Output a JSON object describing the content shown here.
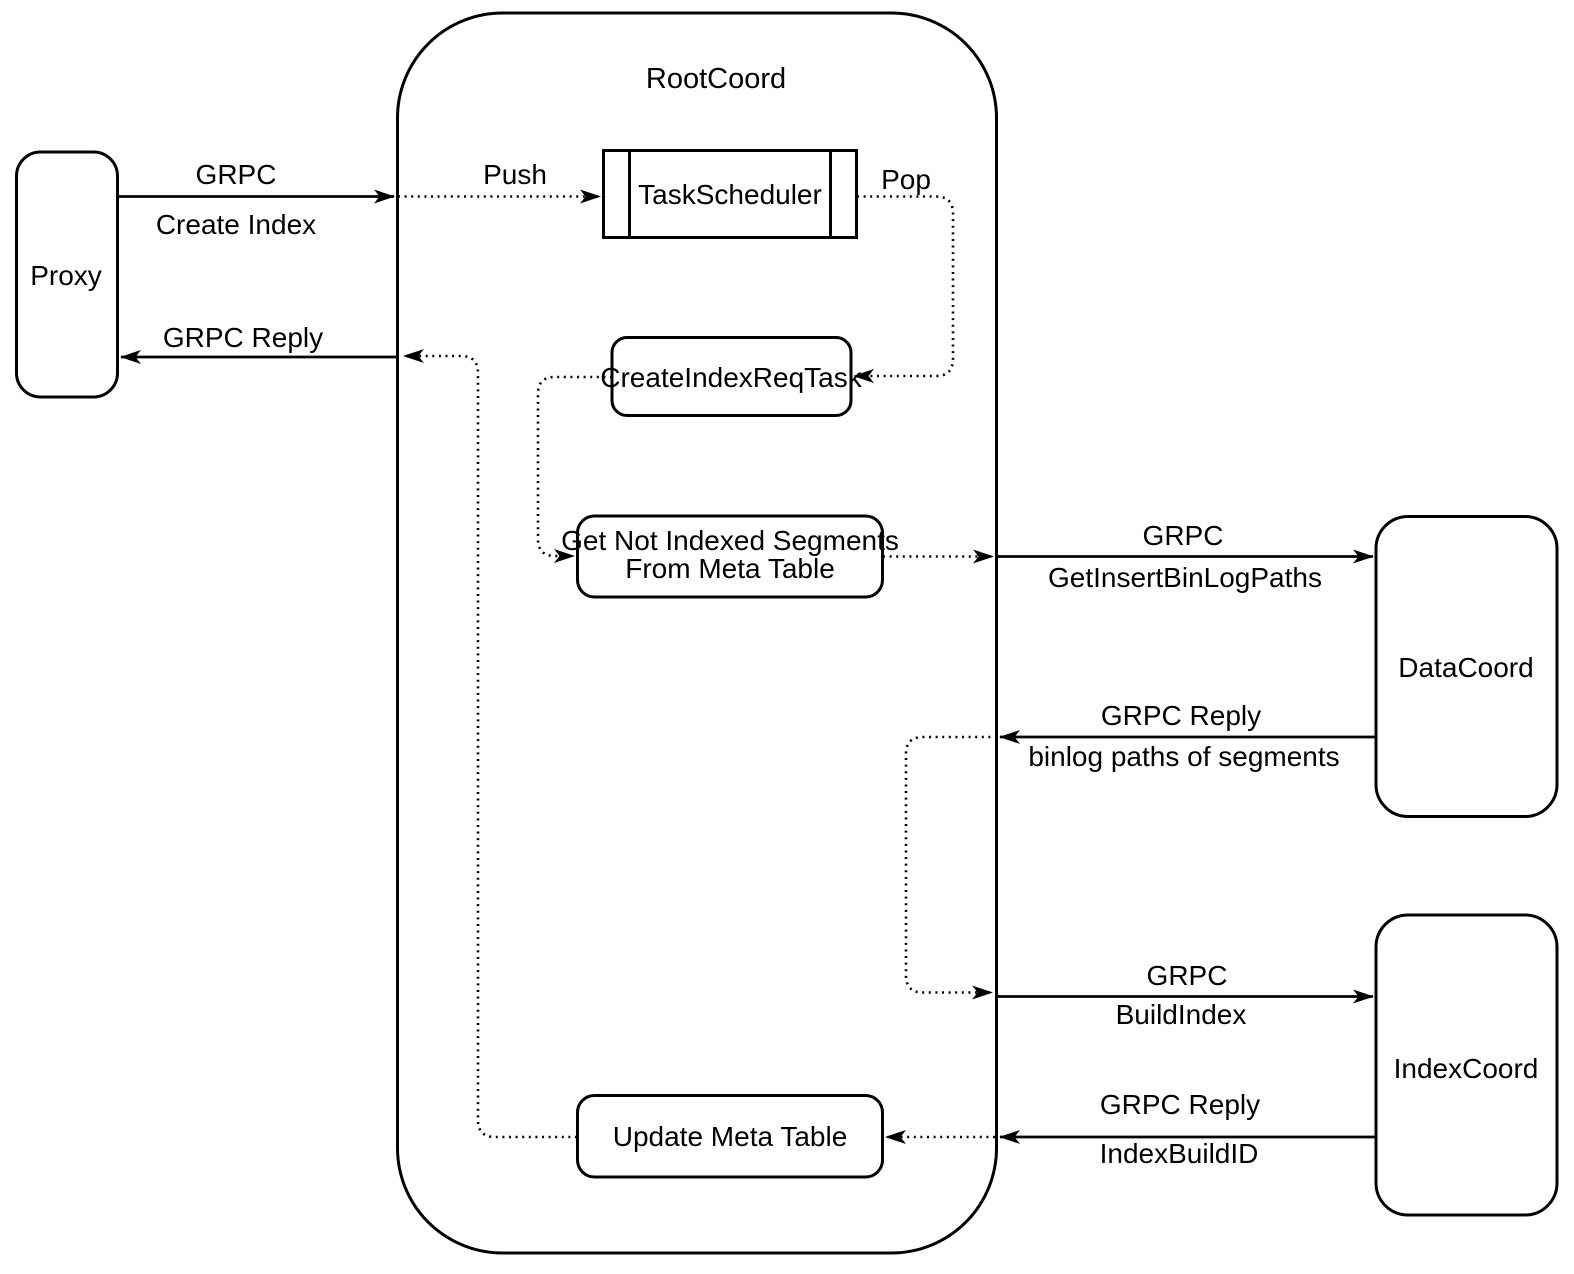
{
  "diagram": {
    "title": "RootCoord create-index flow diagram",
    "colors": {
      "stroke": "#000000",
      "background": "#ffffff"
    },
    "nodes": {
      "proxy": {
        "label": "Proxy"
      },
      "root_coord": {
        "label": "RootCoord"
      },
      "task_scheduler": {
        "label": "TaskScheduler"
      },
      "create_index_req_task": {
        "label": "CreateIndexReqTask"
      },
      "get_not_indexed_segments": {
        "label_line1": "Get Not Indexed Segments",
        "label_line2": "From Meta Table"
      },
      "update_meta_table": {
        "label": "Update Meta Table"
      },
      "data_coord": {
        "label": "DataCoord"
      },
      "index_coord": {
        "label": "IndexCoord"
      }
    },
    "edges": {
      "grpc_create_index": {
        "label_top": "GRPC",
        "label_bottom": "Create Index",
        "style": "solid"
      },
      "push": {
        "label": "Push",
        "style": "dotted"
      },
      "pop": {
        "label": "Pop",
        "style": "dotted"
      },
      "task_to_get_segments": {
        "style": "dotted"
      },
      "get_segments_to_boundary": {
        "style": "dotted"
      },
      "grpc_get_insert_binlog_paths": {
        "label_top": "GRPC",
        "label_bottom": "GetInsertBinLogPaths",
        "style": "solid"
      },
      "grpc_reply_binlog": {
        "label_top": "GRPC Reply",
        "label_bottom": "binlog paths of segments",
        "style": "solid"
      },
      "binlog_to_buildindex": {
        "style": "dotted"
      },
      "grpc_build_index": {
        "label_top": "GRPC",
        "label_bottom": "BuildIndex",
        "style": "solid"
      },
      "grpc_reply_index_build_id": {
        "label_top": "GRPC Reply",
        "label_bottom": "IndexBuildID",
        "style": "solid"
      },
      "reply_to_update_meta": {
        "style": "dotted"
      },
      "update_meta_to_reply": {
        "style": "dotted"
      },
      "grpc_reply_proxy": {
        "label": "GRPC Reply",
        "style": "solid"
      }
    }
  }
}
